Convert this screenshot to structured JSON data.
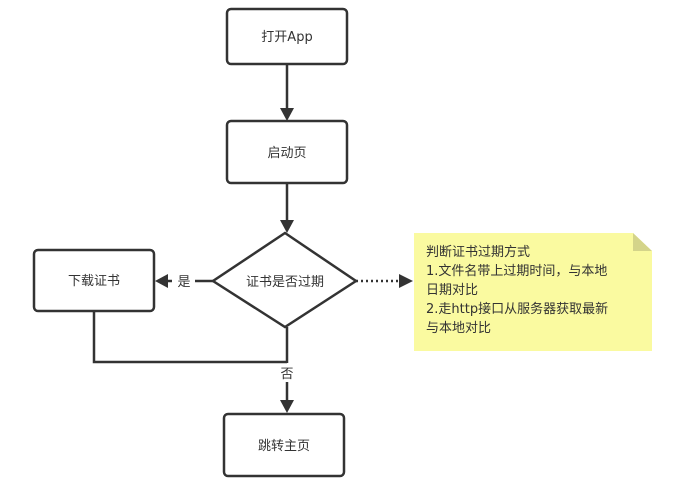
{
  "nodes": {
    "open_app": {
      "label": "打开App"
    },
    "splash": {
      "label": "启动页"
    },
    "decision": {
      "label": "证书是否过期"
    },
    "download": {
      "label": "下载证书"
    },
    "home": {
      "label": "跳转主页"
    }
  },
  "edges": {
    "yes_label": "是",
    "no_label": "否"
  },
  "note": {
    "lines": [
      "判断证书过期方式",
      "1.文件名带上过期时间，与本地",
      "日期对比",
      "2.走http接口从服务器获取最新",
      "与本地对比"
    ],
    "color": "#fafaa0",
    "fold_color": "#d4d48a"
  }
}
